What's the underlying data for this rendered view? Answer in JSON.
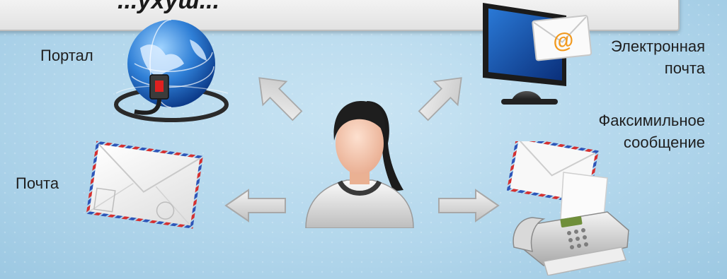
{
  "title": "...ухуш...",
  "channels": {
    "portal": "Портал",
    "email_line1": "Электронная",
    "email_line2": "почта",
    "fax_line1": "Факсимильное",
    "fax_line2": "сообщение",
    "mail": "Почта"
  },
  "icons": {
    "person": "user-avatar-icon",
    "portal": "globe-icon",
    "email": "monitor-email-icon",
    "mail": "envelope-icon",
    "fax": "fax-machine-icon",
    "arrows": "arrow-icon"
  },
  "colors": {
    "background": "#b3d7ec",
    "arrow": "#d9d9d9",
    "title_box": "#ececec"
  }
}
